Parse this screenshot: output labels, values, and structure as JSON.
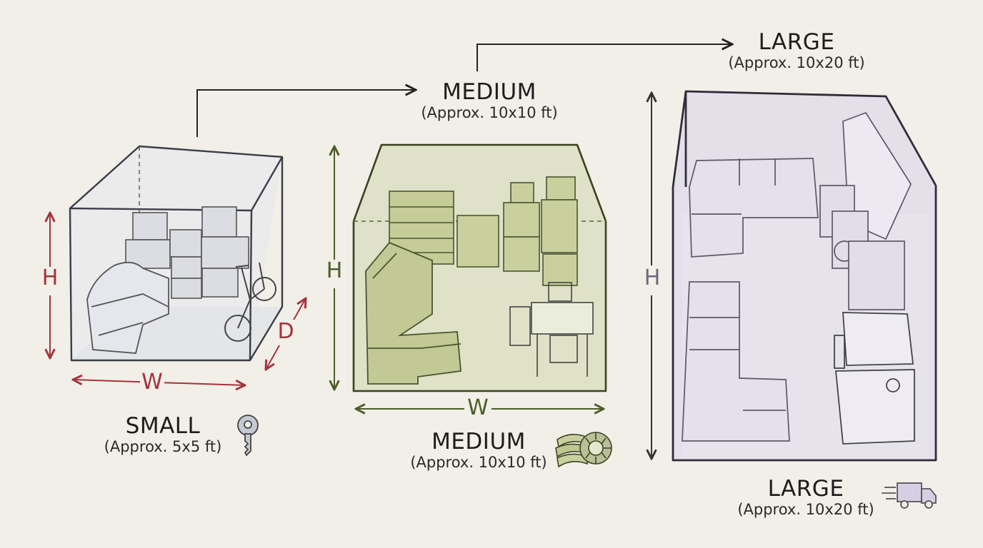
{
  "colors": {
    "small_accent": "#a3333a",
    "medium_accent": "#4b5e2a",
    "large_accent": "#6c6a7a",
    "medium_fill": "#c9d1a0",
    "large_fill": "#d8d0e6"
  },
  "units": {
    "small": {
      "title": "SMALL",
      "size": "(Approx. 5x5 ft)",
      "icon": "key-icon"
    },
    "medium": {
      "title": "MEDIUM",
      "size": "(Approx. 10x10 ft)",
      "icon": "towels-and-tire-icon"
    },
    "large": {
      "title": "LARGE",
      "size": "(Approx. 10x20 ft)",
      "icon": "moving-truck-icon"
    }
  },
  "flow": {
    "medium_title": "MEDIUM",
    "medium_size": "(Approx. 10x10 ft)",
    "large_title": "LARGE",
    "large_size": "(Approx. 10x20 ft)"
  },
  "dimensions": {
    "height": "H",
    "width": "W",
    "depth": "D"
  }
}
